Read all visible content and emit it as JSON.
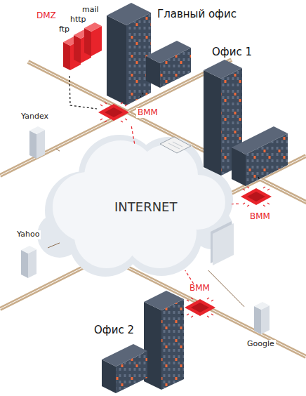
{
  "diagram": {
    "nodes": [
      {
        "text": [
          "DMZ"
        ]
      },
      {
        "text": [
          "Главный офис"
        ]
      },
      {
        "text": [
          "Офис 1"
        ]
      },
      {
        "text": [
          "BMM"
        ]
      },
      {
        "text": [
          "Yandex"
        ]
      },
      {
        "text": [
          "INTERNET"
        ]
      },
      {
        "text": [
          "BMM"
        ]
      },
      {
        "text": [
          "Yahoo"
        ]
      },
      {
        "text": [
          "BMM"
        ]
      },
      {
        "text": [
          "Офис 2"
        ]
      },
      {
        "text": [
          "Google"
        ]
      }
    ],
    "edges": [
      {
        "from": 0,
        "to": 3,
        "arrow": "none"
      },
      {
        "from": 1,
        "to": 3,
        "arrow": "none"
      },
      {
        "from": 2,
        "to": 6,
        "arrow": "none"
      },
      {
        "from": 3,
        "to": 5,
        "arrow": "none"
      },
      {
        "from": 6,
        "to": 5,
        "arrow": "none"
      },
      {
        "from": 8,
        "to": 5,
        "arrow": "none"
      },
      {
        "from": 4,
        "to": 5,
        "arrow": "none"
      },
      {
        "from": 7,
        "to": 5,
        "arrow": "none"
      },
      {
        "from": 10,
        "to": 5,
        "arrow": "none"
      },
      {
        "from": 9,
        "to": 8,
        "arrow": "none"
      }
    ],
    "labels": [
      "ftp",
      "http",
      "mail"
    ]
  }
}
